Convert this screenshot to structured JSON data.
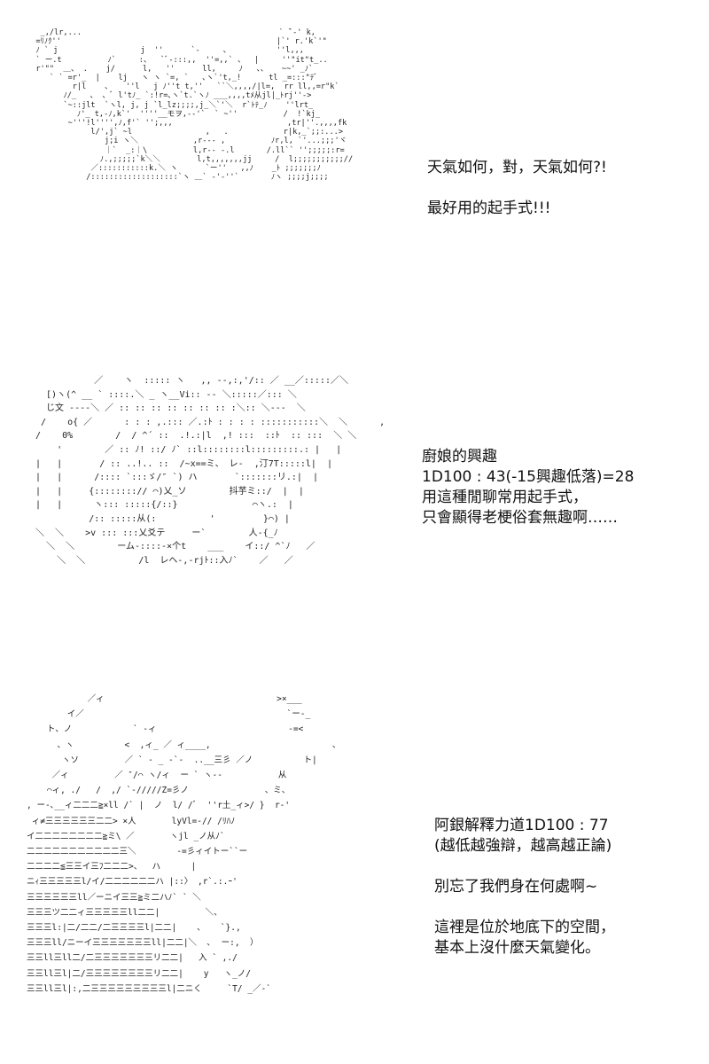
{
  "panels": [
    {
      "art_lines": [
        "   _,/lr,...                                           ` ̄`-' k,",
        "  =ﾘﾉｸ''                                               |`' r.'k`'\"",
        "  ﾉ ` j                  j  ''      `-     、          ''l,,,",
        "  ` ー.t          ﾉ`     :、  `ﾞ-:::,,  ''=,,` 、  |     ''\"it\"t_..",
        "  r'\"\"  ＿、 .    j/      l,   ''      ll,     ﾉ   、、   ~~' _ﾉ`",
        "     ` ` =r'_  |    lj   ヽ ヽ `=, `   ､ヽ`'t,_!      tl _=:::\"ﾃﾞ",
        "          r|l    、   ''l   j ﾉ''t t,''   ``＼,,,,/|l=,  rr ll,,=r\"k`",
        "        ﾉ/_   、 、ﾞ l'tﾉ_ `:!r=､ヽ`t.`ヽﾉ ___,,,,tﾒ从jl|_ﾄrj''->",
        "        `~::jlt  `ヽl, j, j `l_lz;;;;,j_＼`'＼  r`ﾄﾃ_ﾉ    ''lrt_",
        "           ﾉ'_ t,-ﾉ,k`'  ''''__モヲ,--'`  ` ~''          /  !`kj_",
        "         ~'''!l'''',ﾉ,f'` '';,,,                         ,tr|''.,,,,fk",
        "              l/',j` ~l                ,   .            r|k,_`;;:...>",
        "                 j;i ヽ＼            ,r--- ,          ﾉr,l, `'...;;;'ヾ",
        "                 ｜`  _:｜\\          l,r-- -.l       /.ll`` '';;;;;:r=",
        "                ﾉ.,;;;;;`k＼＼        l,t,,,,,,,jj     /  l;;;;;;;;;;;//",
        "              ／:::::::::::k.＼ ヽ      `ー''   ,,ﾉ    _ﾄ ;;;;;;;ﾉ",
        "             /:::::::::::::::::::`ヽ ＿` -'-''`       ﾉヽ ;;;;j;;;;"
      ],
      "caption_lines": [
        "天氣如何，對，天氣如何?!",
        "",
        "最好用的起手式!!!"
      ]
    },
    {
      "art_lines": [
        "           ／    ヽ  ::::: ヽ   ,, --,:,'/:: ／ __／:::::／＼",
        "  [)ヽ(^ __ ` ::::.＼ _ ヽ__Vi:: -- ＼:::::／::: ＼",
        "  じ文 ‐‐‐‐＼ ／ :: :: :: :: :: :: :: :＼:: ＼‐‐‐  ＼",
        " /    o{ ／      : : : ,.::: ／.:ﾄ : : : : :::::::::::＼  ＼      ,",
        "/    0%        /  / ^´ ::  .!.:|l  ,! :::  ::ﾄ  :: :::  ＼ ＼     ",
        "    '        ／ :: ﾉ! ::/ ﾉ` ::l::::::::l:::::::::.: |   |",
        "|   |       / :: ..!.. ::  /~x==ミ、 レ-  ,汀7T:::::l|  |",
        "|   |      /:::: `:::ゞ/″ `) ハ       `:::::::リ.:|  |",
        "|   |     {::::::::// ⌒)乂_ソ        抖芋ミ::/  |  |",
        "|   |      ヽ::: :::::{/::}              ⌒ヽ.:  |",
        "          /:: :::::从(:          '         }⌒) |",
        "＼  ＼    >v ::: :::乂爻テ     ー`        人-{_ﾉ",
        "  ＼  ＼        ーム-::::-×个t    ___    イ::/ ^`ﾉ   ／",
        "    ＼  ＼          /l  レヘ-,-rjﾄ::入ﾉ`    ／   ／"
      ],
      "caption_lines": [
        "廚娘的興趣",
        "1D100 : 43(-15興趣低落)=28",
        "用這種閒聊常用起手式，",
        "只會顯得老梗俗套無趣啊……"
      ]
    },
    {
      "art_lines": [
        "            ／ィ                                  >×___",
        "        イ／                                        `ー-_",
        "    ト、ノ            ` -ィ                          -=<",
        "      、ヽ          <  ,ィ_ ／ ィ____,                        、",
        "       ヽソ         ／ ` ‐ _ -`-  ..__三彡 ／ノ          ト|",
        "     ／ィ         ／ ″/⌒ ヽ/ィ  ー ` ヽ--           从",
        "    ⌒ィ, ./   /  ,/ `-/////Z=彡ノ               、ミ、",
        ", ー-､__ィ二二二≧×ll /` |  ノ  l/ /ﾞ  ''r土_ィ>/ }  r‐'",
        " ィ≠三三三三三三二二> ×人       lyVl=-// /ﾘﾊﾉ",
        "イ二二二二二二二二≧ミ\\ ／       ヽjl _ノ从ﾉ`",
        "二二二二二二二二二二二三＼        -=彡ィイトー``ー",
        "二二二二≦三三イ三ﾌ二二二>、  ハ      |",
        "ニｨ三三三三三l/イ/二二二二二二ハ |::〉 ,r`.:.ｰ'",
        "三三三三三三ll／ーニイ三三≧ミ二ハﾉ` ` ＼",
        "三三三ツ二二ィ三三三三三ll二二|         ＼、",
        "三三三l:|二/二二/二三三三三l|二二|    、   `}.,",
        "三三三ll/ニーイ三三三三三三三ll|二二|＼  ､  ー:,  ）",
        "三三ll三ll二/二三三三三三三三リ二二|   入 ` ,./",
        "三三ll三l|二/三三三三三三三三リ二二|    y   ヽ_ノ/",
        "三三ll三l|:,二三三三三三三三三三l|二ニく     `T/ _／-`"
      ],
      "caption_lines": [
        "阿銀解釋力道1D100 : 77",
        "(越低越強辯，越高越正論)",
        "",
        "別忘了我們身在何處啊~",
        "",
        "這裡是位於地底下的空間，",
        "基本上沒什麼天氣變化。"
      ]
    }
  ]
}
